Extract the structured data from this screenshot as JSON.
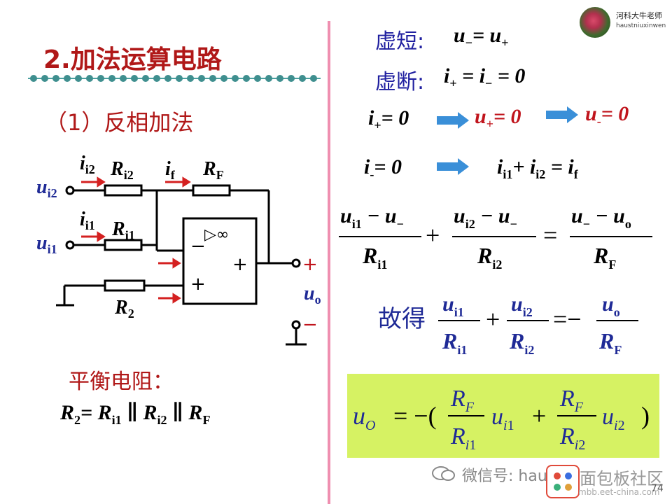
{
  "title": "2.加法运算电路",
  "subtitle": "（1）反相加法",
  "balance": {
    "label": "平衡电阻：",
    "formula_text": "R2= Ri1 ∥ Ri2 ∥ RF"
  },
  "virtual": {
    "short_label": "虚短:",
    "short_eq": "u₋= u₊",
    "open_label": "虚断:",
    "open_eq": "i₊ = i₋ = 0"
  },
  "implications": {
    "row1": [
      "i₊= 0",
      "u₊= 0",
      "u₋= 0"
    ],
    "row2": [
      "i₋= 0",
      "ii1+ ii2 = if"
    ]
  },
  "equations": {
    "kcl": "(ui1 − u₋)/Ri1 + (ui2 − u₋)/Ri2 = (u₋ − uo)/RF",
    "result_prefix": "故得",
    "result": "ui1/Ri1 + ui2/Ri2 = − uo/RF",
    "final": "uO = −( RF/Ri1 ui1 + RF/Ri2 ui2 )"
  },
  "circuit": {
    "labels": [
      "ii2",
      "Ri2",
      "if",
      "RF",
      "ui2",
      "ii1",
      "Ri1",
      "ui1",
      "R2",
      "uo",
      "+",
      "−",
      "+",
      "−",
      "▷∞"
    ]
  },
  "watermark": {
    "logo_caption": "河科大牛老师",
    "logo_sub": "haustniuxinwen",
    "wechat_text": "微信号: hau",
    "site": "面包板社区",
    "site_url": "mbb.eet-china.com",
    "page_number": "74"
  },
  "colors": {
    "title_red": "#b01818",
    "blue_text": "#1f2a96",
    "arrow_blue": "#3a8fd8",
    "green_box": "#d6f263",
    "divider_pink": "#ef8fb0"
  }
}
